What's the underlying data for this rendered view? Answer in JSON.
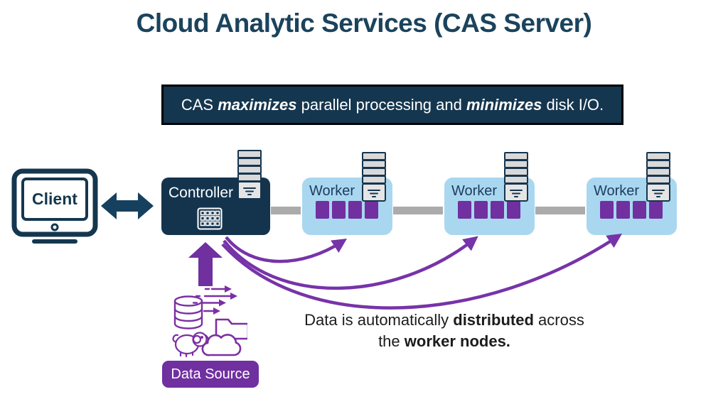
{
  "title": "Cloud Analytic Services (CAS Server)",
  "banner": {
    "pre": "CAS ",
    "em1": "maximizes",
    "mid": " parallel processing and ",
    "em2": "minimizes",
    "post": " disk I/O."
  },
  "client": {
    "label": "Client"
  },
  "controller": {
    "label": "Controller"
  },
  "workers": [
    {
      "label": "Worker"
    },
    {
      "label": "Worker"
    },
    {
      "label": "Worker"
    }
  ],
  "data_source": {
    "label": "Data Source"
  },
  "caption": {
    "line1_pre": "Data is automatically ",
    "line1_bold": "distributed",
    "line1_post": " across",
    "line2_pre": "the ",
    "line2_bold": "worker nodes."
  },
  "icons": {
    "client": "monitor-icon",
    "client_controller_link": "double-arrow-icon",
    "nodes": "server-tower-icon",
    "controller_badge": "grid-icon",
    "data_flow": "up-arrow-icon",
    "distribution": "curved-arrow-icon",
    "data_sources": [
      "database-icon",
      "stream-arrows-icon",
      "folder-icon",
      "hadoop-elephant-icon",
      "cloud-icon"
    ]
  },
  "colors": {
    "navy": "#14344E",
    "title_navy": "#1B435C",
    "banner_bg": "#15364F",
    "light_blue": "#A9D7F0",
    "purple": "#7030A0",
    "gray": "#ABABAB"
  }
}
